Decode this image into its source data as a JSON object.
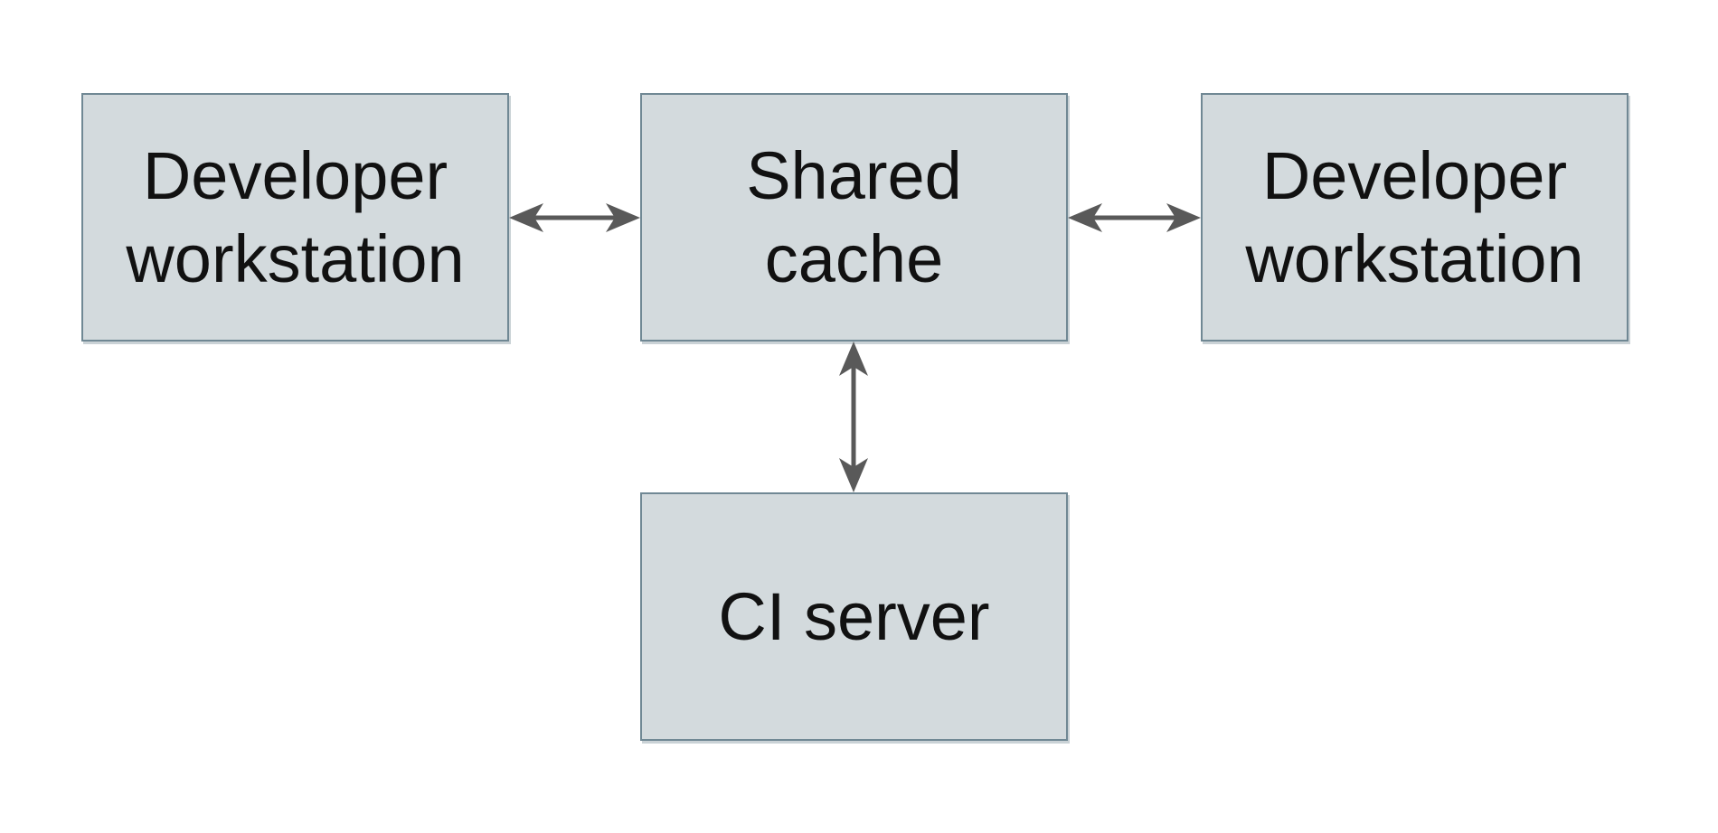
{
  "colors": {
    "bg": "#ffffff",
    "box_fill": "#d3dadd",
    "box_border": "#708894",
    "arrow": "#595959",
    "text": "#111111"
  },
  "diagram": {
    "type": "architecture-diagram",
    "nodes": [
      {
        "id": "developer-workstation-left",
        "label": "Developer workstation",
        "lines": [
          "Developer",
          "workstation"
        ]
      },
      {
        "id": "shared-cache",
        "label": "Shared cache",
        "lines": [
          "Shared",
          "cache"
        ]
      },
      {
        "id": "developer-workstation-right",
        "label": "Developer workstation",
        "lines": [
          "Developer",
          "workstation"
        ]
      },
      {
        "id": "ci-server",
        "label": "CI server",
        "lines": [
          "CI server"
        ]
      }
    ],
    "edges": [
      {
        "from": "developer-workstation-left",
        "to": "shared-cache",
        "direction": "bidirectional",
        "orientation": "horizontal"
      },
      {
        "from": "shared-cache",
        "to": "developer-workstation-right",
        "direction": "bidirectional",
        "orientation": "horizontal"
      },
      {
        "from": "shared-cache",
        "to": "ci-server",
        "direction": "bidirectional",
        "orientation": "vertical"
      }
    ]
  }
}
